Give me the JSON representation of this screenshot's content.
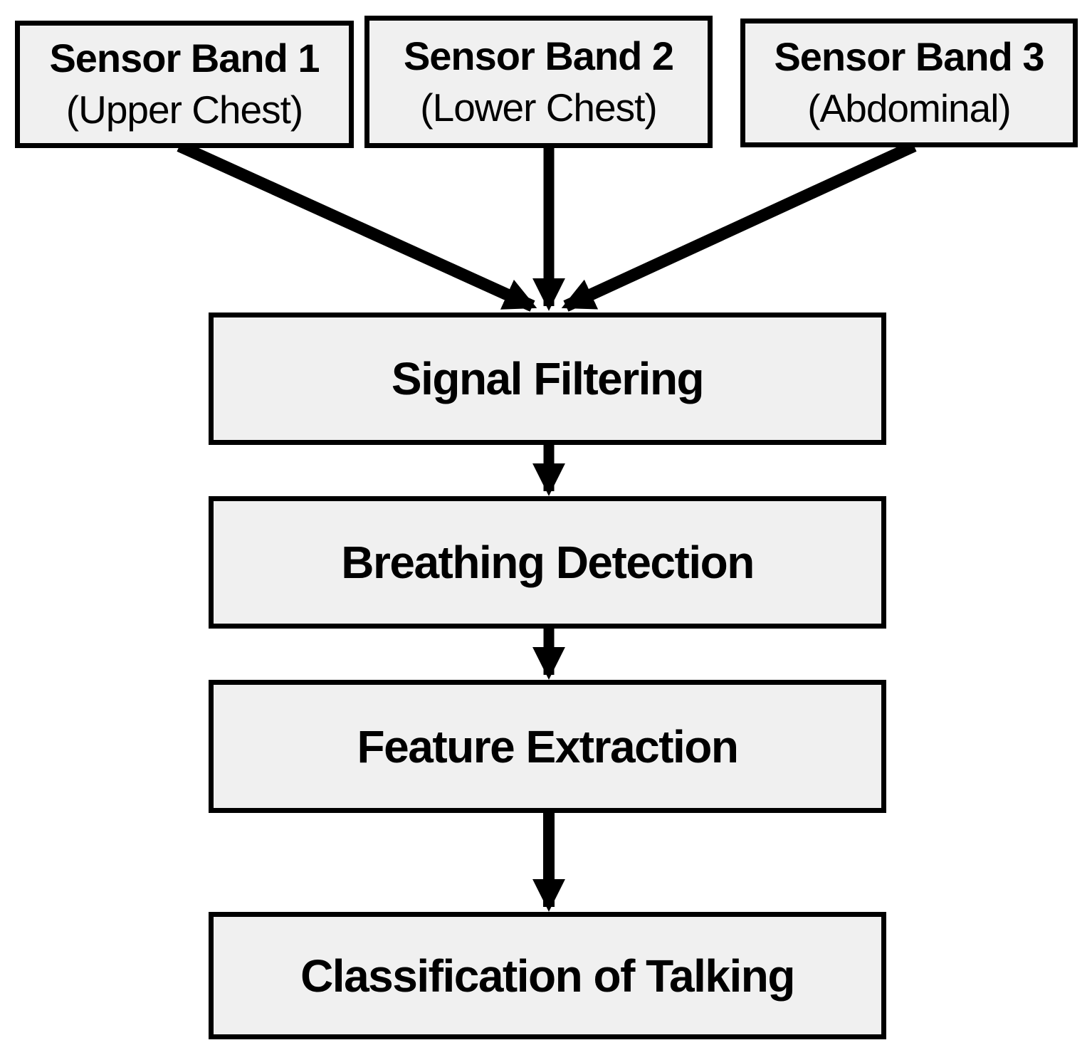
{
  "diagram": {
    "type": "flowchart",
    "background_color": "#ffffff",
    "node_fill_color": "#f0f0f0",
    "node_border_color": "#000000",
    "arrow_color": "#000000",
    "sensor_nodes": [
      {
        "title": "Sensor Band 1",
        "subtitle": "(Upper Chest)"
      },
      {
        "title": "Sensor Band 2",
        "subtitle": "(Lower Chest)"
      },
      {
        "title": "Sensor Band 3",
        "subtitle": "(Abdominal)"
      }
    ],
    "process_nodes": [
      {
        "label": "Signal Filtering"
      },
      {
        "label": "Breathing Detection"
      },
      {
        "label": "Feature Extraction"
      },
      {
        "label": "Classification of Talking"
      }
    ],
    "connections": [
      {
        "from": "Sensor Band 1 (Upper Chest)",
        "to": "Signal Filtering"
      },
      {
        "from": "Sensor Band 2 (Lower Chest)",
        "to": "Signal Filtering"
      },
      {
        "from": "Sensor Band 3 (Abdominal)",
        "to": "Signal Filtering"
      },
      {
        "from": "Signal Filtering",
        "to": "Breathing Detection"
      },
      {
        "from": "Breathing Detection",
        "to": "Feature Extraction"
      },
      {
        "from": "Feature Extraction",
        "to": "Classification of Talking"
      }
    ]
  }
}
